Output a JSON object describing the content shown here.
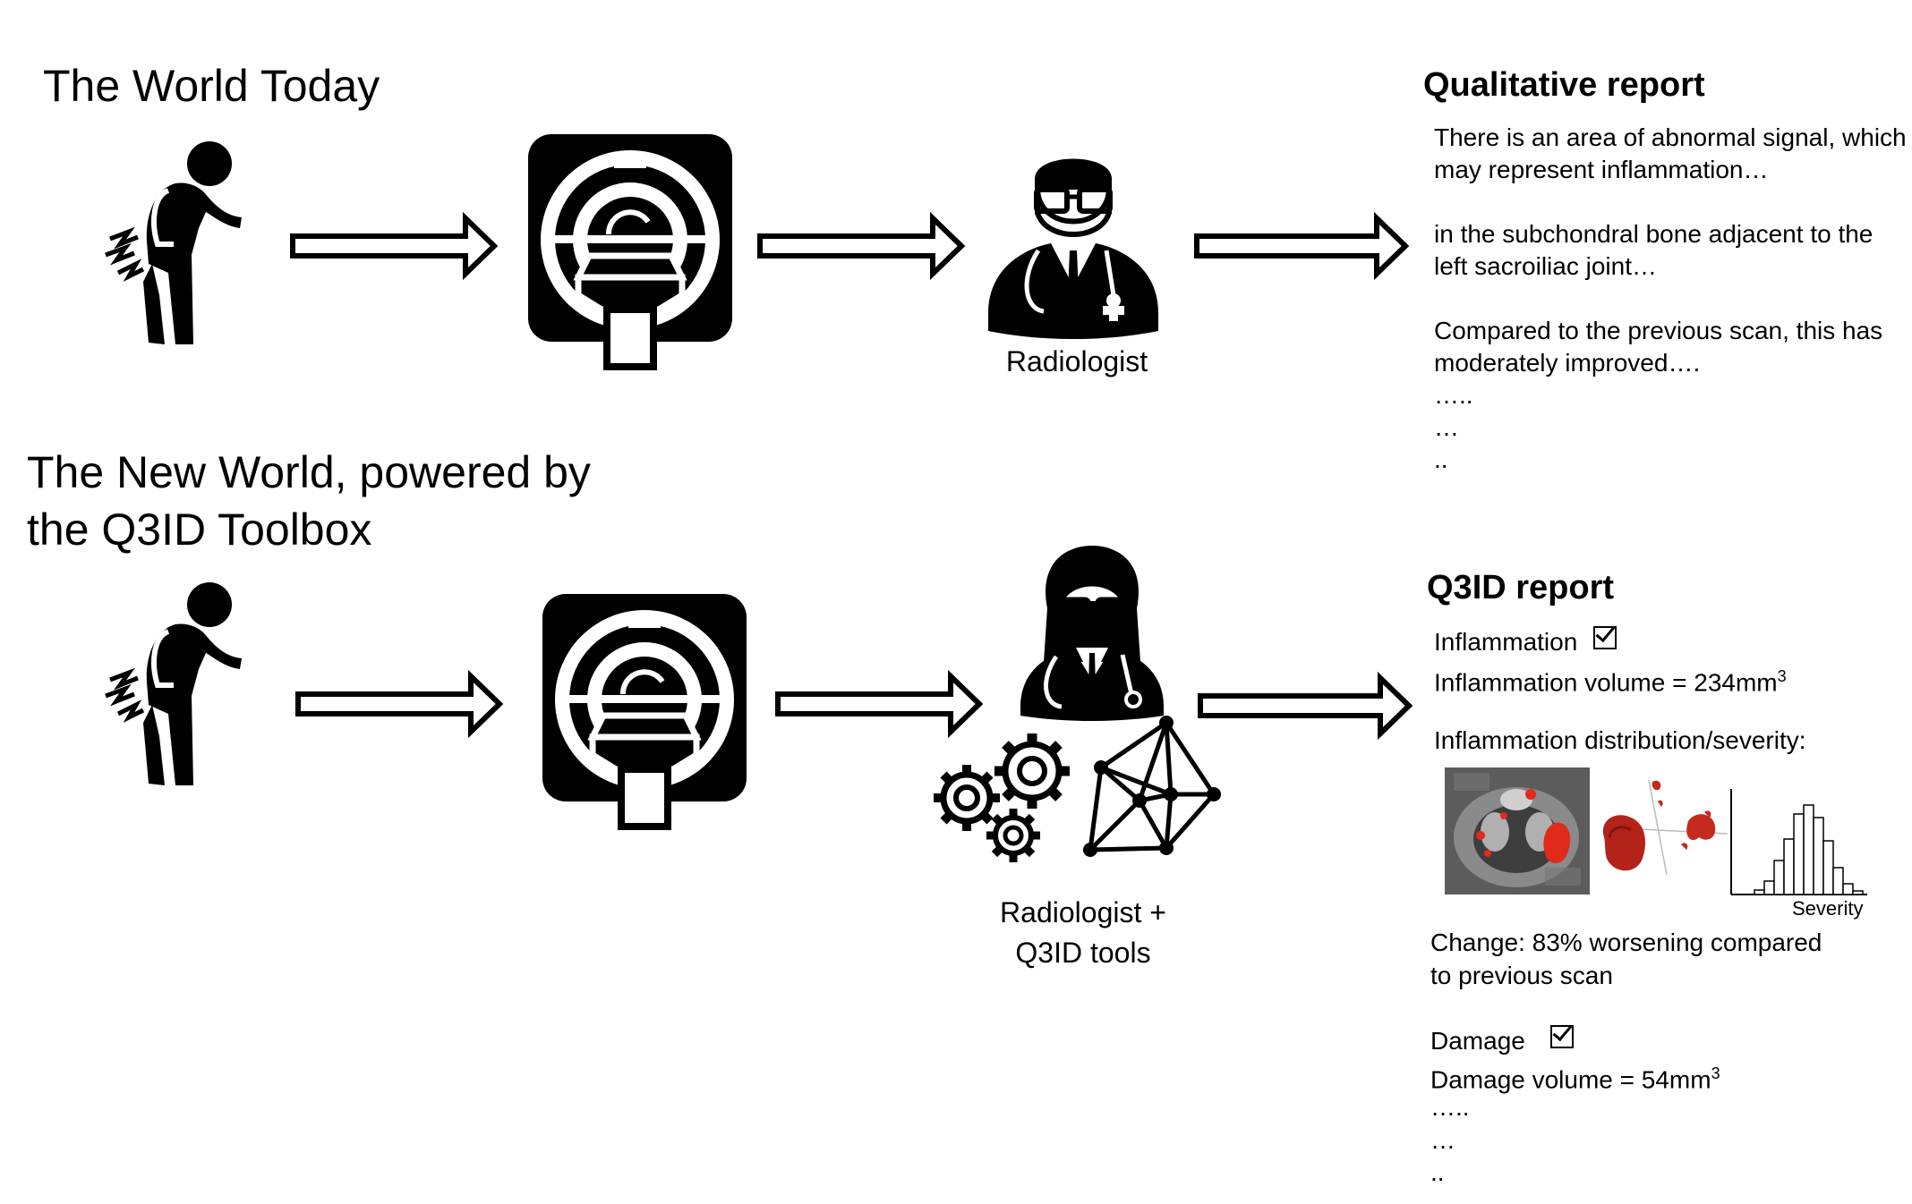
{
  "top": {
    "heading": "The World Today",
    "radiologist_label": "Radiologist",
    "report": {
      "title": "Qualitative report",
      "lines": [
        "There is an area of abnormal signal, which",
        "may represent inflammation…",
        "",
        "in the subchondral bone adjacent to the",
        "left sacroiliac joint…",
        "",
        "Compared to the previous scan, this has",
        "moderately improved….",
        "…..",
        "…",
        ".."
      ]
    }
  },
  "bottom": {
    "heading_line1": "The New World,  powered by",
    "heading_line2": "the Q3ID Toolbox",
    "caption_line1": "Radiologist +",
    "caption_line2": "Q3ID tools",
    "report": {
      "title": "Q3ID report",
      "inflammation_label": "Inflammation",
      "inflammation_volume": "Inflammation volume = 234mm",
      "volume_exponent": "3",
      "distribution_label": "Inflammation distribution/severity:",
      "histogram_xlabel": "Severity",
      "change_line1": "Change: 83% worsening compared",
      "change_line2": "to previous scan",
      "damage_label": "Damage",
      "damage_volume": "Damage volume = 54mm",
      "damage_exponent": "3",
      "trailing": [
        "…..",
        "…",
        ".."
      ]
    }
  },
  "icons": [
    "back-pain-person-icon",
    "mri-scanner-icon",
    "doctor-icon",
    "arrow-icon",
    "gears-icon",
    "network-graph-icon",
    "checkbox-icon"
  ],
  "colors": {
    "ink": "#000000",
    "highlight": "#e02a1a",
    "scan_gray": "#6a6a6a"
  },
  "histogram": [
    0.05,
    0.15,
    0.38,
    0.62,
    0.9,
    1.0,
    0.86,
    0.6,
    0.3,
    0.12,
    0.04
  ]
}
